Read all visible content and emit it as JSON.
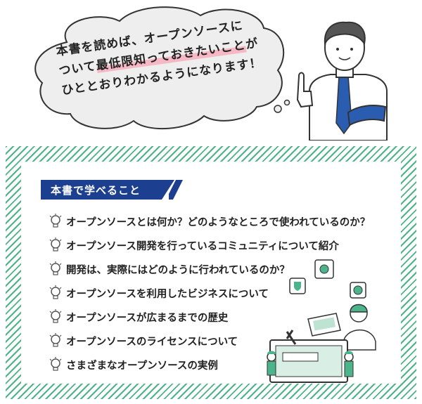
{
  "speech_bubble": {
    "line1": "本書を読めば、オープンソースに",
    "line2_a": "ついて",
    "line2_highlight": "最低限知っておきたいこと",
    "line2_b": "が",
    "line3": "ひととおりわかるようになります！"
  },
  "learn_box": {
    "title": "本書で学べること",
    "items": [
      "オープンソースとは何か？どのようなところで使われているのか？",
      "オープンソース開発を行っているコミュニティについて紹介",
      "開発は、実際にはどのように行われているのか？",
      "オープンソースを利用したビジネスについて",
      "オープンソースが広まるまでの歴史",
      "オープンソースのライセンスについて",
      "さまざまなオープンソースの実例"
    ]
  },
  "colors": {
    "accent_green": "#4db38a",
    "header_blue": "#1d3f8f",
    "highlight_pink": "#f5b8c4",
    "tie_blue": "#2a5db0"
  },
  "icons": [
    "lightbulb-icon",
    "shield-icon",
    "gear-icon",
    "globe-icon",
    "wrench-icon"
  ]
}
